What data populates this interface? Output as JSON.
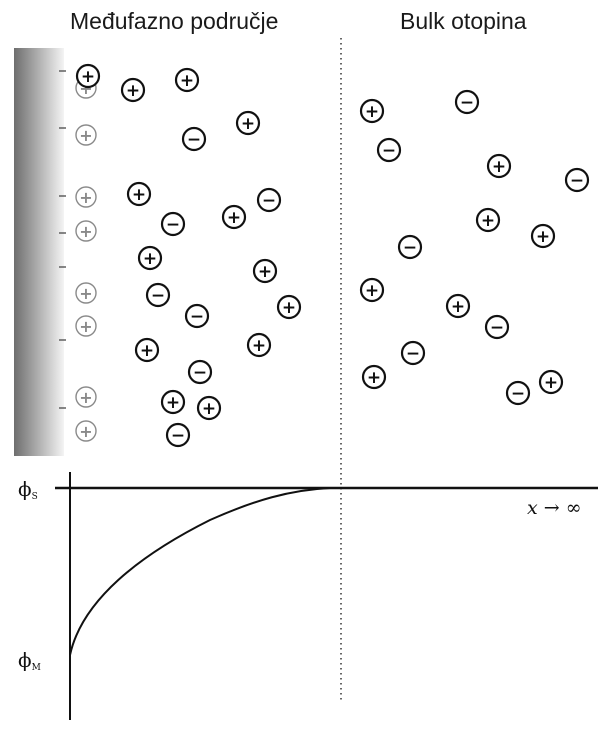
{
  "headers": {
    "interphase": "Međufazno područje",
    "bulk": "Bulk otopina"
  },
  "potential_labels": {
    "solution_symbol": "ϕ",
    "solution_sub": "S",
    "metal_symbol": "ϕ",
    "metal_sub": "M"
  },
  "x_axis_label": "x → ∞",
  "electrode_charges": [
    {
      "symbol": "+",
      "charge": "positive"
    },
    {
      "symbol": "+",
      "charge": "positive"
    },
    {
      "symbol": "+",
      "charge": "positive"
    },
    {
      "symbol": "+",
      "charge": "positive"
    },
    {
      "symbol": "+",
      "charge": "positive"
    },
    {
      "symbol": "+",
      "charge": "positive"
    },
    {
      "symbol": "+",
      "charge": "positive"
    },
    {
      "symbol": "+",
      "charge": "positive"
    }
  ],
  "ions": {
    "interphase": [
      {
        "symbol": "+",
        "charge": "positive"
      },
      {
        "symbol": "+",
        "charge": "positive"
      },
      {
        "symbol": "+",
        "charge": "positive"
      },
      {
        "symbol": "−",
        "charge": "negative"
      },
      {
        "symbol": "+",
        "charge": "positive"
      },
      {
        "symbol": "+",
        "charge": "positive"
      },
      {
        "symbol": "−",
        "charge": "negative"
      },
      {
        "symbol": "+",
        "charge": "positive"
      },
      {
        "symbol": "−",
        "charge": "negative"
      },
      {
        "symbol": "+",
        "charge": "positive"
      },
      {
        "symbol": "+",
        "charge": "positive"
      },
      {
        "symbol": "−",
        "charge": "negative"
      },
      {
        "symbol": "+",
        "charge": "positive"
      },
      {
        "symbol": "−",
        "charge": "negative"
      },
      {
        "symbol": "+",
        "charge": "positive"
      },
      {
        "symbol": "+",
        "charge": "positive"
      },
      {
        "symbol": "−",
        "charge": "negative"
      },
      {
        "symbol": "+",
        "charge": "positive"
      },
      {
        "symbol": "+",
        "charge": "positive"
      },
      {
        "symbol": "−",
        "charge": "negative"
      }
    ],
    "bulk": [
      {
        "symbol": "+",
        "charge": "positive"
      },
      {
        "symbol": "−",
        "charge": "negative"
      },
      {
        "symbol": "−",
        "charge": "negative"
      },
      {
        "symbol": "+",
        "charge": "positive"
      },
      {
        "symbol": "−",
        "charge": "negative"
      },
      {
        "symbol": "+",
        "charge": "positive"
      },
      {
        "symbol": "+",
        "charge": "positive"
      },
      {
        "symbol": "−",
        "charge": "negative"
      },
      {
        "symbol": "+",
        "charge": "positive"
      },
      {
        "symbol": "+",
        "charge": "positive"
      },
      {
        "symbol": "−",
        "charge": "negative"
      },
      {
        "symbol": "−",
        "charge": "negative"
      },
      {
        "symbol": "+",
        "charge": "positive"
      },
      {
        "symbol": "−",
        "charge": "negative"
      },
      {
        "symbol": "+",
        "charge": "positive"
      }
    ]
  },
  "colors": {
    "ion_stroke": "#111111",
    "electrode_charge": "#8a8a8a",
    "electrode_dark": "#6e6e6e",
    "electrode_light": "#f4f4f4"
  }
}
